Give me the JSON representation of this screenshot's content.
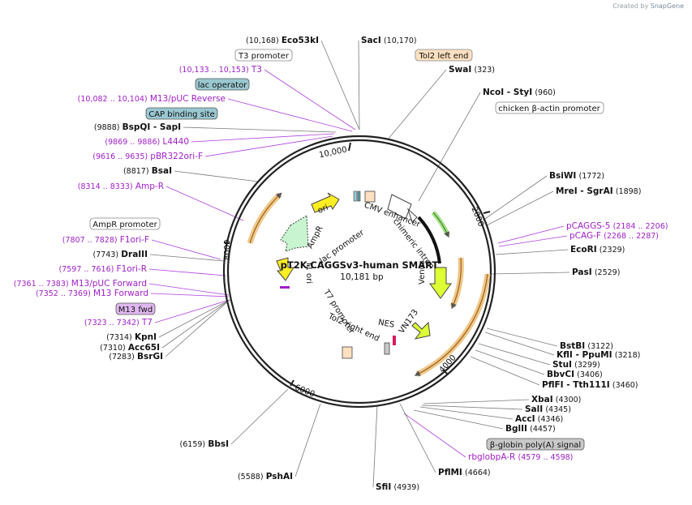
{
  "credit": {
    "prefix": "Created by",
    "brand": "SnapGene"
  },
  "plasmid": {
    "name": "pT2K-CAGGSv3-human SMART",
    "size": "10,181 bp"
  },
  "ticks": [
    {
      "label": "10,000"
    },
    {
      "label": "2000"
    },
    {
      "label": "4000"
    },
    {
      "label": "6000"
    },
    {
      "label": "8000"
    }
  ],
  "sites": {
    "left": [
      {
        "pos": "(10,168)",
        "name": "Eco53kI"
      },
      {
        "pos": "(10,133 .. 10,153)",
        "name": "T3"
      },
      {
        "pos": "(10,082 .. 10,104)",
        "name": "M13/pUC Reverse"
      },
      {
        "pos": "(9888)",
        "name": "BspQI",
        "name2": "- SapI"
      },
      {
        "pos": "(9869 .. 9886)",
        "name": "L4440"
      },
      {
        "pos": "(9616 .. 9635)",
        "name": "pBR322ori-F"
      },
      {
        "pos": "(8817)",
        "name": "BsaI"
      },
      {
        "pos": "(8314 .. 8333)",
        "name": "Amp-R"
      },
      {
        "pos": "(7807 .. 7828)",
        "name": "F1ori-F"
      },
      {
        "pos": "(7743)",
        "name": "DraIII"
      },
      {
        "pos": "(7597 .. 7616)",
        "name": "F1ori-R"
      },
      {
        "pos": "(7361 .. 7383)",
        "name": "M13/pUC Forward"
      },
      {
        "pos": "(7352 .. 7369)",
        "name": "M13 Forward"
      },
      {
        "pos": "(7323 .. 7342)",
        "name": "T7"
      },
      {
        "pos": "(7314)",
        "name": "KpnI"
      },
      {
        "pos": "(7310)",
        "name": "Acc65I"
      },
      {
        "pos": "(7283)",
        "name": "BsrGI"
      },
      {
        "pos": "(6159)",
        "name": "BbsI"
      },
      {
        "pos": "(5588)",
        "name": "PshAI"
      }
    ],
    "right": [
      {
        "pos": "(10,170)",
        "name": "SacI"
      },
      {
        "pos": "(323)",
        "name": "SwaI"
      },
      {
        "pos": "(960)",
        "name": "NcoI",
        "name2": "- StyI"
      },
      {
        "pos": "(1772)",
        "name": "BsiWI"
      },
      {
        "pos": "(1898)",
        "name": "MreI",
        "name2": "- SgrAI"
      },
      {
        "pos": "(2184 .. 2206)",
        "name": "pCAGGS-5"
      },
      {
        "pos": "(2268 .. 2287)",
        "name": "pCAG-F"
      },
      {
        "pos": "(2329)",
        "name": "EcoRI"
      },
      {
        "pos": "(2529)",
        "name": "PasI"
      },
      {
        "pos": "(3122)",
        "name": "BstBI"
      },
      {
        "pos": "(3218)",
        "name": "KflI",
        "name2": "- PpuMI"
      },
      {
        "pos": "(3299)",
        "name": "StuI"
      },
      {
        "pos": "(3406)",
        "name": "BbvCI"
      },
      {
        "pos": "(3460)",
        "name": "PflFI",
        "name2": "- Tth111I"
      },
      {
        "pos": "(4300)",
        "name": "XbaI"
      },
      {
        "pos": "(4345)",
        "name": "SalI"
      },
      {
        "pos": "(4346)",
        "name": "AccI"
      },
      {
        "pos": "(4457)",
        "name": "BglII"
      },
      {
        "pos": "(4579 .. 4598)",
        "name": "rbglobpA-R"
      },
      {
        "pos": "(4664)",
        "name": "PflMI"
      },
      {
        "pos": "(4939)",
        "name": "SfiI"
      }
    ]
  },
  "boxes": [
    {
      "label": "T3 promoter"
    },
    {
      "label": "lac operator"
    },
    {
      "label": "CAP binding site"
    },
    {
      "label": "AmpR promoter"
    },
    {
      "label": "M13 fwd"
    },
    {
      "label": "Tol2 left end"
    },
    {
      "label": "chicken β-actin promoter"
    },
    {
      "label": "β-globin poly(A) signal"
    }
  ],
  "features": [
    {
      "label": "CMV enhancer"
    },
    {
      "label": "chimeric intron"
    },
    {
      "label": "Venus"
    },
    {
      "label": "NES"
    },
    {
      "label": "VN173"
    },
    {
      "label": "Tol2 right end"
    },
    {
      "label": "T7 promoter"
    },
    {
      "label": "f1 ori"
    },
    {
      "label": "AmpR"
    },
    {
      "label": "lac promoter"
    },
    {
      "label": "ori"
    }
  ],
  "colors": {
    "enzyme": "#111111",
    "primer": "#a020c8",
    "leader": "#7a7a7a",
    "primerLine": "#b040e0",
    "ring": "#222222",
    "cds": "#f0c888",
    "venus": "#ddff33",
    "amp": "#c8f5d0",
    "ori": "#ffee22",
    "lacop": "#9ac8d0",
    "tol2": "#fce0c0",
    "gray": "#c8c8c8",
    "m13": "#e0b8f0"
  }
}
